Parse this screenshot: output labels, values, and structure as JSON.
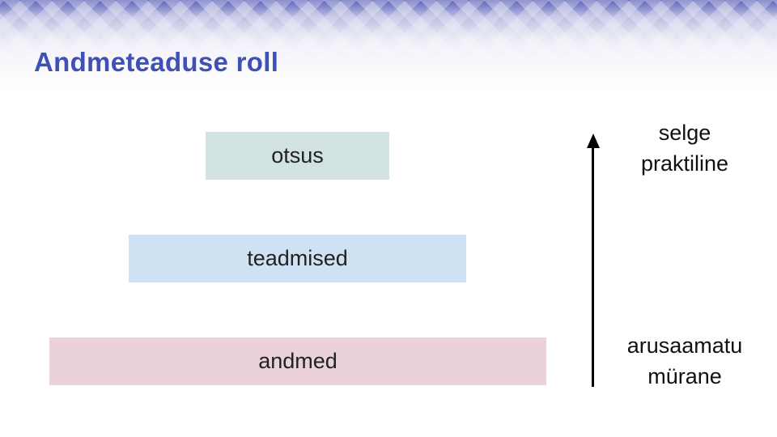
{
  "title": "Andmeteaduse roll",
  "levels": [
    {
      "label": "otsus",
      "color": "#d2e2e0"
    },
    {
      "label": "teadmised",
      "color": "#cfe2f3"
    },
    {
      "label": "andmed",
      "color": "#ead1dc"
    }
  ],
  "axis": {
    "top": [
      "selge",
      "praktiline"
    ],
    "bottom": [
      "arusaamatu",
      "mürane"
    ]
  }
}
